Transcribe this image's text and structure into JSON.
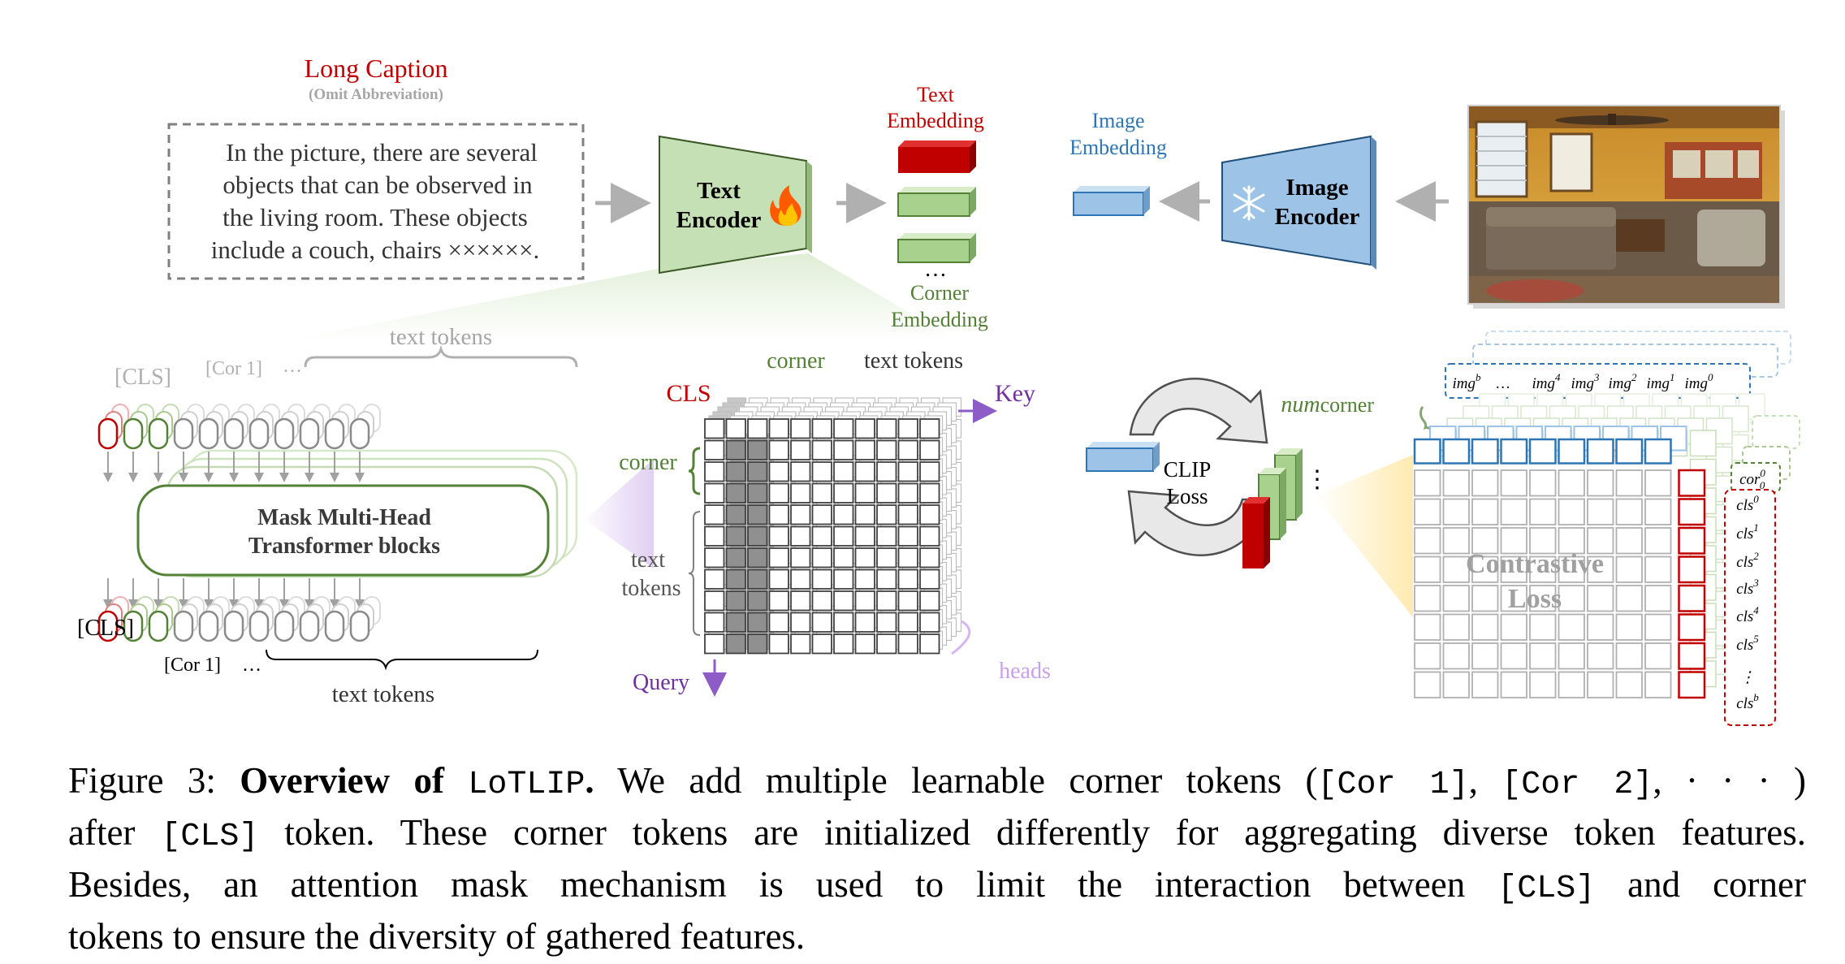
{
  "long_caption": {
    "title": "Long Caption",
    "subtitle": "(Omit Abbreviation)",
    "lines": [
      "In the picture, there are several",
      "objects that can be observed in",
      "the living room. These objects",
      "include a couch, chairs ××××××."
    ]
  },
  "text_encoder": {
    "line1": "Text",
    "line2": "Encoder",
    "status_icon": "fire-icon"
  },
  "image_encoder": {
    "line1": "Image",
    "line2": "Encoder",
    "status_icon": "snowflake-icon"
  },
  "text_embedding": {
    "line1": "Text",
    "line2": "Embedding"
  },
  "corner_embedding": {
    "dots": "…",
    "line1": "Corner",
    "line2": "Embedding"
  },
  "image_embedding": {
    "line1": "Image",
    "line2": "Embedding"
  },
  "transformer": {
    "top_text_tokens": "text tokens",
    "cls_top": "[CLS]",
    "cor1_top": "[Cor 1]",
    "dots_top": "…",
    "block_line1": "Mask Multi-Head",
    "block_line2": "Transformer blocks",
    "cls_bottom": "[CLS]",
    "cor1_bottom": "[Cor 1]",
    "dots_bottom": "…",
    "bottom_text_tokens": "text tokens"
  },
  "attention": {
    "corner": "corner",
    "text_tokens_top": "text tokens",
    "cls": "CLS",
    "key": "Key",
    "corner_left": "corner",
    "text_left1": "text",
    "text_left2": "tokens",
    "query": "Query",
    "heads": "heads"
  },
  "clip_loss": {
    "line1": "CLIP",
    "line2": "Loss"
  },
  "contrastive": {
    "num_prefix": "num",
    "num_sub": "corner",
    "img_labels": [
      "img",
      "…",
      "img",
      "img",
      "img",
      "img",
      "img"
    ],
    "img_sups": [
      "b",
      "",
      "4",
      "3",
      "2",
      "1",
      "0"
    ],
    "cor_label": "cor",
    "cor_sup": "0",
    "cor_sub": "0",
    "cls_labels": [
      "cls",
      "cls",
      "cls",
      "cls",
      "cls",
      "cls",
      "⋮",
      "cls"
    ],
    "cls_sups": [
      "0",
      "1",
      "2",
      "3",
      "4",
      "5",
      "",
      "b"
    ],
    "loss_line1": "Contrastive",
    "loss_line2": "Loss"
  },
  "caption": {
    "prefix": "Figure 3: ",
    "bold": "Overview of ",
    "model": "LoTLIP",
    "bold_end": ".",
    "s1": " We add multiple learnable corner tokens (",
    "cor1": "[Cor 1]",
    "comma": ", ",
    "cor2": "[Cor 2]",
    "s1_end": ", · · · )",
    "s2a": "after ",
    "cls1": "[CLS]",
    "s2b": " token. These corner tokens are initialized differently for aggregating diverse token features.",
    "s3a": "Besides, an attention mask mechanism is used to limit the interaction between ",
    "cls2": "[CLS]",
    "s3b": " and corner",
    "s4": "tokens to ensure the diversity of gathered features."
  },
  "colors": {
    "red": "#c00000",
    "green": "#538135",
    "blue": "#2e75b6",
    "purple": "#7030a0",
    "gray": "#a6a6a6"
  }
}
